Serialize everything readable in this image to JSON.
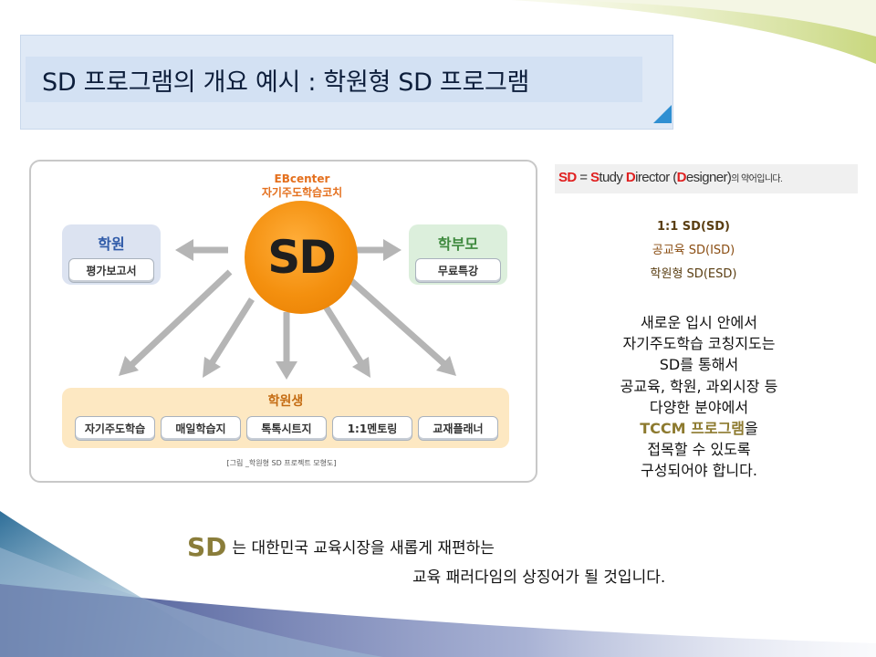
{
  "slide": {
    "title": "SD 프로그램의 개요 예시 : 학원형 SD 프로그램"
  },
  "diagram": {
    "center_label_line1": "EBcenter",
    "center_label_line2": "자기주도학습코치",
    "center_text": "SD",
    "left_box": {
      "title": "학원",
      "chip": "평가보고서"
    },
    "right_box": {
      "title": "학부모",
      "chip": "무료특강"
    },
    "bottom_box": {
      "title": "학원생",
      "chips": [
        "자기주도학습",
        "매일학습지",
        "톡톡시트지",
        "1:1멘토링",
        "교재플래너"
      ]
    },
    "caption": "[그림 _학원형 SD 프로젝트 모형도]"
  },
  "definition": {
    "sd": "SD",
    "equals": "=",
    "s": "S",
    "tudy": "tudy",
    "d": "D",
    "irector": "irector",
    "paren_open": "(",
    "d2": "D",
    "esigner": "esigner",
    "paren_close": ")",
    "suffix": "의 약어입니다."
  },
  "variants": [
    {
      "text": "1:1 SD(SD)",
      "color": "#5a3e12"
    },
    {
      "text": "공교육 SD(ISD)",
      "color": "#8a4d12"
    },
    {
      "text": "학원형 SD(ESD)",
      "color": "#5a3e12"
    }
  ],
  "description": {
    "line1": "새로운 입시 안에서",
    "line2": "자기주도학습 코칭지도는",
    "line3": "SD를 통해서",
    "line4": "공교육, 학원, 과외시장 등",
    "line5": "다양한 분야에서",
    "line6_highlight": "TCCM 프로그램",
    "line6_rest": "을",
    "line7": "접목할 수 있도록",
    "line8": "구성되어야 합니다."
  },
  "bottom": {
    "big_sd": "SD",
    "line1_rest": "는 대한민국 교육시장을 새롭게 재편하는",
    "line2": "교육 패러다임의 상징어가 될 것입니다."
  },
  "colors": {
    "accent_orange": "#f4900f",
    "left_box_bg": "#dce3f1",
    "left_box_title": "#2f5aa8",
    "right_box_bg": "#dcefdc",
    "right_box_title": "#3f8a3f",
    "students_bg": "#fde8c2",
    "arrow": "#b5b5b5"
  }
}
